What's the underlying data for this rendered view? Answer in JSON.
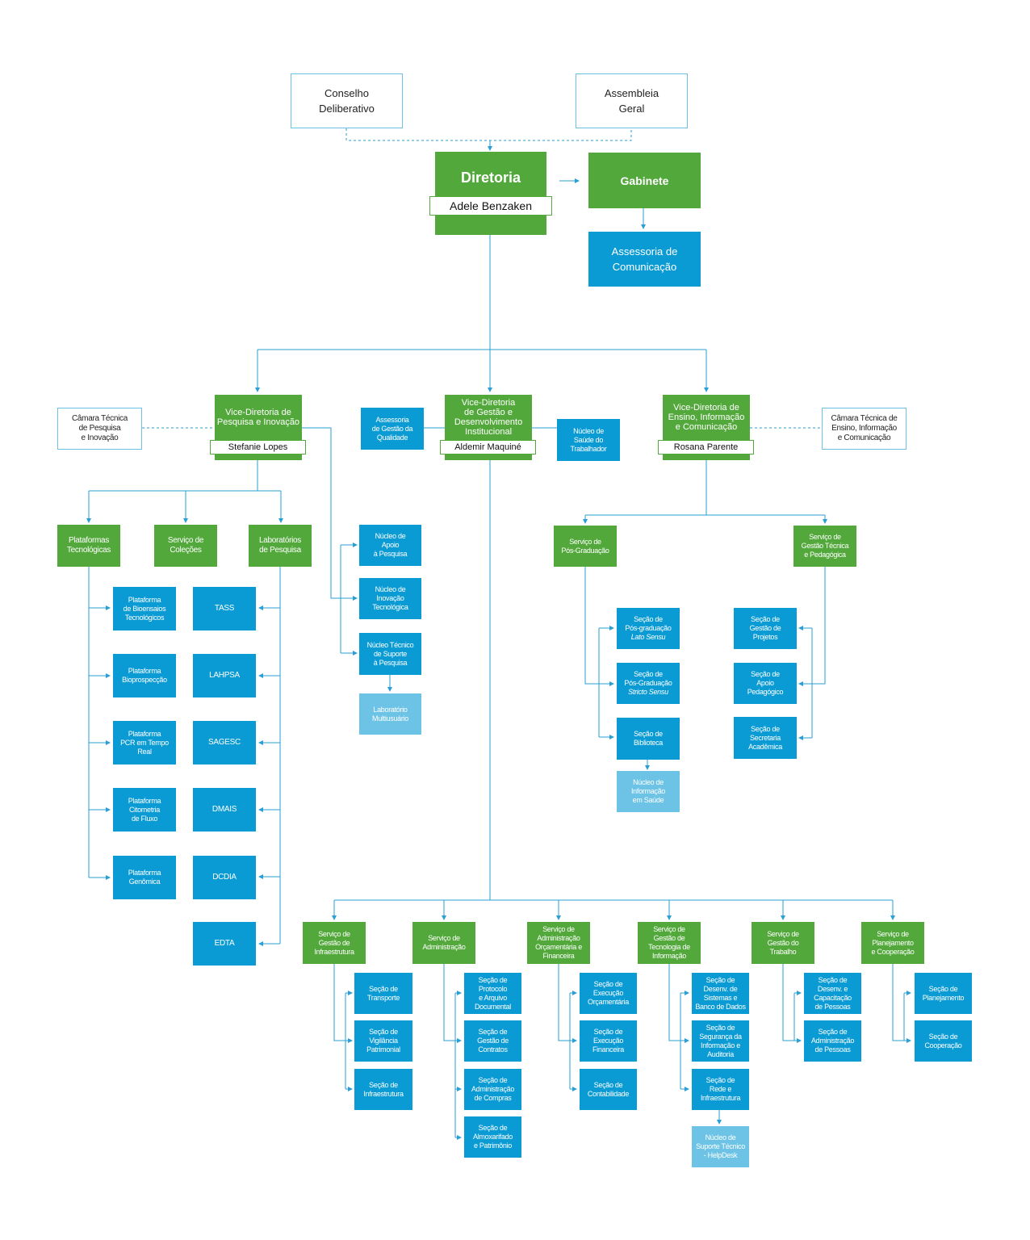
{
  "top": {
    "conselho": "Conselho\nDeliberativo",
    "assembleia": "Assembleia\nGeral"
  },
  "diretoria": {
    "title": "Diretoria",
    "name": "Adele Benzaken"
  },
  "gabinete": "Gabinete",
  "assessoria_comunicacao": "Assessoria de\nComunicação",
  "vd_pesquisa": {
    "title": "Vice-Diretoria de\nPesquisa e Inovação",
    "name": "Stefanie Lopes"
  },
  "vd_gestao": {
    "title": "Vice-Diretoria\nde Gestão e\nDesenvolvimento\nInstitucional",
    "name": "Aldemir Maquiné"
  },
  "vd_ensino": {
    "title": "Vice-Diretoria de\nEnsino, Informação\ne Comunicação",
    "name": "Rosana Parente"
  },
  "camara_pesquisa": "Câmara Técnica\nde Pesquisa\ne Inovação",
  "camara_ensino": "Câmara Técnica de\nEnsino, Informação\ne Comunicação",
  "assessoria_qualidade": "Assessoria\nde Gestão da\nQualidade",
  "nucleo_saude": "Núcleo de\nSaúde do\nTrabalhador",
  "pesquisa": {
    "plataformas": "Plataformas\nTecnológicas",
    "colecoes": "Serviço de\nColeções",
    "laboratorios": "Laboratórios\nde Pesquisa",
    "plataforma_items": [
      "Plataforma\nde Bioensaios\nTecnológicos",
      "Plataforma\nBioprospecção",
      "Plataforma\nPCR em Tempo\nReal",
      "Plataforma\nCitometria\nde Fluxo",
      "Plataforma\nGenômica"
    ],
    "lab_items": [
      "TASS",
      "LAHPSA",
      "SAGESC",
      "DMAIS",
      "DCDIA",
      "EDTA"
    ],
    "nucleos": [
      "Núcleo de\nApoio\nà Pesquisa",
      "Núcleo de\nInovação\nTecnológica",
      "Núcleo Técnico\nde Suporte\nà Pesquisa"
    ],
    "lab_multi": "Laboratório\nMultiusuário"
  },
  "ensino": {
    "pos": "Serviço de\nPós-Graduação",
    "gestao_tec": "Serviço de\nGestão Técnica\ne Pedagógica",
    "lato_a": "Seção de\nPós-graduação",
    "lato_b": "Lato Sensu",
    "stricto_a": "Seção de\nPós-Graduação",
    "stricto_b": "Stricto Sensu",
    "biblioteca": "Seção de\nBiblioteca",
    "info_saude": "Núcleo de\nInformação\nem Saúde",
    "gestao_proj": "Seção de\nGestão de\nProjetos",
    "apoio_ped": "Seção de\nApoio\nPedagógico",
    "secretaria": "Seção de\nSecretaria\nAcadêmica"
  },
  "gestao": {
    "servicos": [
      "Serviço de\nGestão de\nInfraestrutura",
      "Serviço de\nAdministração",
      "Serviço de\nAdministração\nOrçamentária e\nFinanceira",
      "Serviço de\nGestão de\nTecnologia de\nInformação",
      "Serviço de\nGestão do\nTrabalho",
      "Serviço de\nPlanejamento\ne Cooperação"
    ],
    "infra": [
      "Seção de\nTransporte",
      "Seção de\nVigilância\nPatrimonial",
      "Seção de\nInfraestrutura"
    ],
    "admin": [
      "Seção de\nProtocolo\ne Arquivo\nDocumental",
      "Seção de\nGestão de\nContratos",
      "Seção de\nAdministração\nde Compras",
      "Seção de\nAlmoxarifado\ne Patrimônio"
    ],
    "orc": [
      "Seção de\nExecução\nOrçamentária",
      "Seção de\nExecução\nFinanceira",
      "Seção de\nContabilidade"
    ],
    "ti": [
      "Seção de\nDesenv. de\nSistemas e\nBanco de Dados",
      "Seção de\nSegurança da\nInformação e\nAuditoria",
      "Seção de\nRede e\nInfraestrutura"
    ],
    "helpdesk": "Núcleo de\nSuporte Técnico\n- HelpDesk",
    "trabalho": [
      "Seção de\nDesenv. e\nCapacitação\nde Pessoas",
      "Seção de\nAdministração\nde Pessoas"
    ],
    "planej": [
      "Seção de\nPlanejamento",
      "Seção de\nCooperação"
    ]
  },
  "colors": {
    "green": "#53a83c",
    "blue": "#0a9ad4",
    "light_blue": "#6dc3e6",
    "line": "#2a9fd6"
  }
}
